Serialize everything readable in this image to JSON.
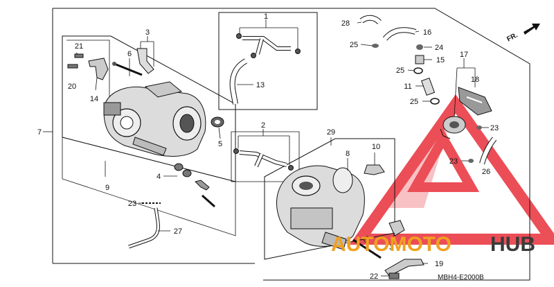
{
  "diagram": {
    "colors": {
      "line": "#111111",
      "part_fill": "#dcdcdc",
      "part_dark": "#555555",
      "watermark_red": "#e8303a",
      "watermark_orange": "#f0a020",
      "watermark_dark": "#3a3a3a"
    },
    "callouts": [
      {
        "id": "c1",
        "text": "1"
      },
      {
        "id": "c2",
        "text": "2"
      },
      {
        "id": "c3a",
        "text": "3"
      },
      {
        "id": "c3b",
        "text": "3"
      },
      {
        "id": "c4",
        "text": "4"
      },
      {
        "id": "c5",
        "text": "5"
      },
      {
        "id": "c6a",
        "text": "6"
      },
      {
        "id": "c6b",
        "text": "6"
      },
      {
        "id": "c7",
        "text": "7"
      },
      {
        "id": "c8",
        "text": "8"
      },
      {
        "id": "c9",
        "text": "9"
      },
      {
        "id": "c10",
        "text": "10"
      },
      {
        "id": "c11",
        "text": "11"
      },
      {
        "id": "c13",
        "text": "13"
      },
      {
        "id": "c14",
        "text": "14"
      },
      {
        "id": "c15",
        "text": "15"
      },
      {
        "id": "c16",
        "text": "16"
      },
      {
        "id": "c17",
        "text": "17"
      },
      {
        "id": "c18",
        "text": "18"
      },
      {
        "id": "c19",
        "text": "19"
      },
      {
        "id": "c20",
        "text": "20"
      },
      {
        "id": "c21",
        "text": "21"
      },
      {
        "id": "c22",
        "text": "22"
      },
      {
        "id": "c23a",
        "text": "23"
      },
      {
        "id": "c23b",
        "text": "23"
      },
      {
        "id": "c23c",
        "text": "23"
      },
      {
        "id": "c24",
        "text": "24"
      },
      {
        "id": "c25a",
        "text": "25"
      },
      {
        "id": "c25b",
        "text": "25"
      },
      {
        "id": "c25c",
        "text": "25"
      },
      {
        "id": "c26",
        "text": "26"
      },
      {
        "id": "c27",
        "text": "27"
      },
      {
        "id": "c28",
        "text": "28"
      },
      {
        "id": "c29",
        "text": "29"
      }
    ],
    "direction_label": "FR.",
    "diagram_code": "MBH4-E2000B",
    "watermark": {
      "part_a": "AUTOMOTO",
      "part_b": "HUB"
    }
  }
}
